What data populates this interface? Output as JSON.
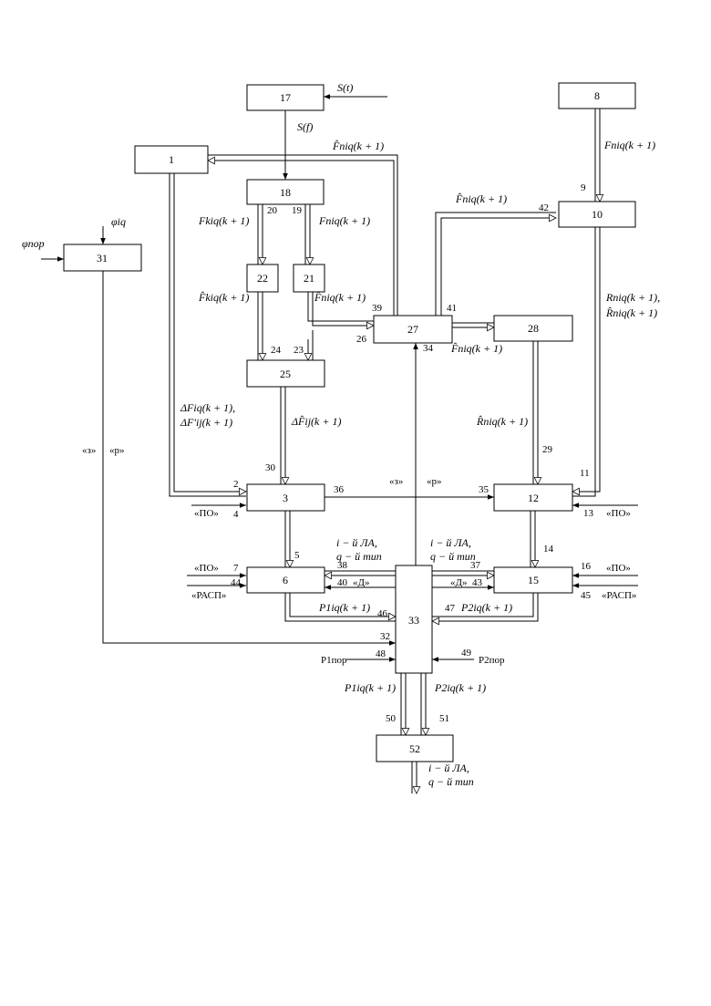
{
  "blocks": {
    "b17": "17",
    "b8": "8",
    "b1": "1",
    "b18": "18",
    "b10": "10",
    "b31": "31",
    "b22": "22",
    "b21": "21",
    "b27": "27",
    "b28": "28",
    "b25": "25",
    "b3": "3",
    "b12": "12",
    "b6": "6",
    "b15": "15",
    "b33": "33",
    "b52": "52"
  },
  "signals": {
    "s_t": "S(t)",
    "s_f": "S(f)",
    "fhat_niq_top": "F̂niq(k + 1)",
    "f_niq_8": "Fniq(k + 1)",
    "fhat_niq_42": "F̂niq(k + 1)",
    "phi_iq": "φiq",
    "phi_por": "φпор",
    "f_kiq": "Fkiq(k + 1)",
    "f_niq_19": "Fniq(k + 1)",
    "fhat_kiq": "F̂kiq(k + 1)",
    "fhat_niq_21": "F̂niq(k + 1)",
    "r_niq_1": "Rniq(k + 1),",
    "r_niq_2": "R̂niq(k + 1)",
    "fhat_niq_34": "F̂niq(k + 1)",
    "dF_1": "ΔFiq(k + 1),",
    "dF_2": "ΔF′ij(k + 1)",
    "dFhat": "ΔF̂ij(k + 1)",
    "rhat_niq": "R̂niq(k + 1)",
    "la_l1": "i − й ЛА,",
    "la_l2": "q − й тип",
    "la_r1": "i − й ЛА,",
    "la_r2": "q − й тип",
    "p1iq_46": "P1iq(k + 1)",
    "p2iq_47": "P2iq(k + 1)",
    "p1iq_out": "P1iq(k + 1)",
    "p2iq_out": "P2iq(k + 1)",
    "p1por": "P1пор",
    "p2por": "P2пор",
    "la_out1": "i − й ЛА,",
    "la_out2": "q − й тип"
  },
  "labels": {
    "z_left": "«з»",
    "r_left": "«р»",
    "z_mid": "«з»",
    "r_mid": "«р»",
    "po_4": "«ПО»",
    "po_13": "«ПО»",
    "po_7": "«ПО»",
    "po_16": "«ПО»",
    "rasp_44": "«РАСП»",
    "rasp_45": "«РАСП»",
    "d_40": "«Д»",
    "d_43": "«Д»"
  },
  "numbers": {
    "n2": "2",
    "n4": "4",
    "n5": "5",
    "n7": "7",
    "n9": "9",
    "n11": "11",
    "n13": "13",
    "n14": "14",
    "n16": "16",
    "n19": "19",
    "n20": "20",
    "n23": "23",
    "n24": "24",
    "n26": "26",
    "n29": "29",
    "n30": "30",
    "n32": "32",
    "n34": "34",
    "n35": "35",
    "n36": "36",
    "n37": "37",
    "n38": "38",
    "n39": "39",
    "n40": "40",
    "n41": "41",
    "n42": "42",
    "n43": "43",
    "n44": "44",
    "n45": "45",
    "n46": "46",
    "n47": "47",
    "n48": "48",
    "n49": "49",
    "n50": "50",
    "n51": "51"
  }
}
